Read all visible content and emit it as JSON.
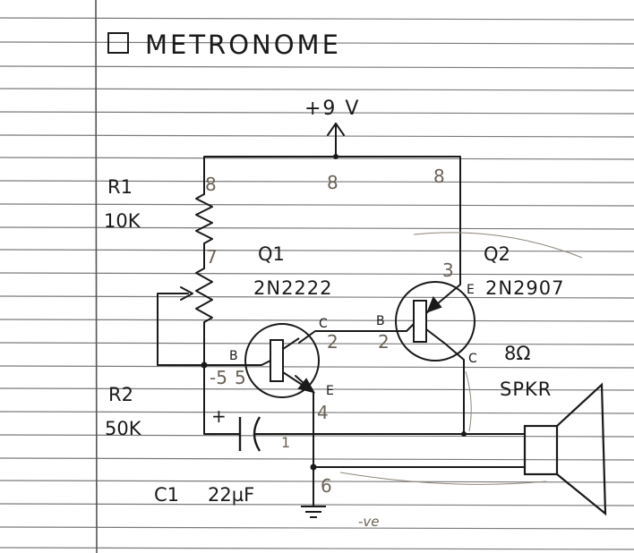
{
  "title": "METRONOME",
  "colors": {
    "paper": "#ffffff",
    "rule_line": "#7a7a7a",
    "margin_line": "#555555",
    "ink": "#1a1a1a",
    "pencil": "#6b6256"
  },
  "supply": {
    "label": "+9 V"
  },
  "components": {
    "r1": {
      "ref": "R1",
      "value": "10K"
    },
    "r2": {
      "ref": "R2",
      "value": "50K"
    },
    "c1": {
      "ref": "C1",
      "value": "22µF",
      "polarity": "+"
    },
    "q1": {
      "ref": "Q1",
      "part": "2N2222",
      "pin_base": "B",
      "pin_collector": "C",
      "pin_emitter": "E"
    },
    "q2": {
      "ref": "Q2",
      "part": "2N2907",
      "pin_base": "B",
      "pin_collector": "C",
      "pin_emitter": "E"
    },
    "speaker": {
      "ref": "SPKR",
      "value": "8Ω"
    }
  },
  "pin_numbers": {
    "top_left": "8",
    "top_mid": "8",
    "top_right": "8",
    "pot": "7",
    "q1_base": "5",
    "q1_base_alt": "-5",
    "q1_collector": "2",
    "q2_base": "2",
    "q2_emitter": "3",
    "q1_emitter": "4",
    "ground": "6",
    "cap_node": "1"
  },
  "ground_note": "-ve"
}
